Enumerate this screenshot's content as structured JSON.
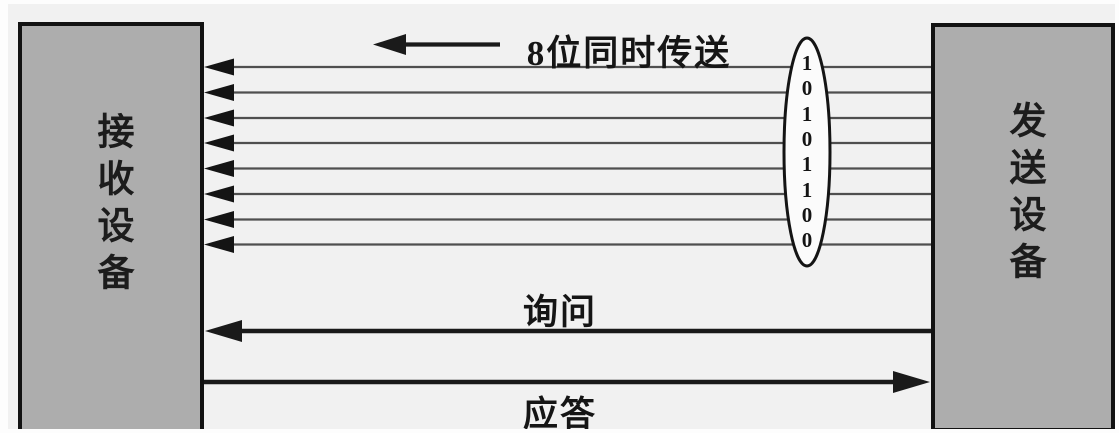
{
  "boxes": {
    "receiver": "接收设备",
    "sender": "发送设备"
  },
  "labels": {
    "parallel_transfer": "8位同时传送",
    "inquiry": "询问",
    "response": "应答"
  },
  "bits": [
    "1",
    "0",
    "1",
    "0",
    "1",
    "1",
    "0",
    "0"
  ],
  "bit_count": 8,
  "colors": {
    "background": "#f1f1f1",
    "box_fill": "#adadad",
    "box_border": "#121212",
    "data_wire": "#4f4f4f",
    "arrow": "#1a1a1a",
    "oval_fill": "#fbfbfb",
    "oval_stroke": "#141414"
  }
}
